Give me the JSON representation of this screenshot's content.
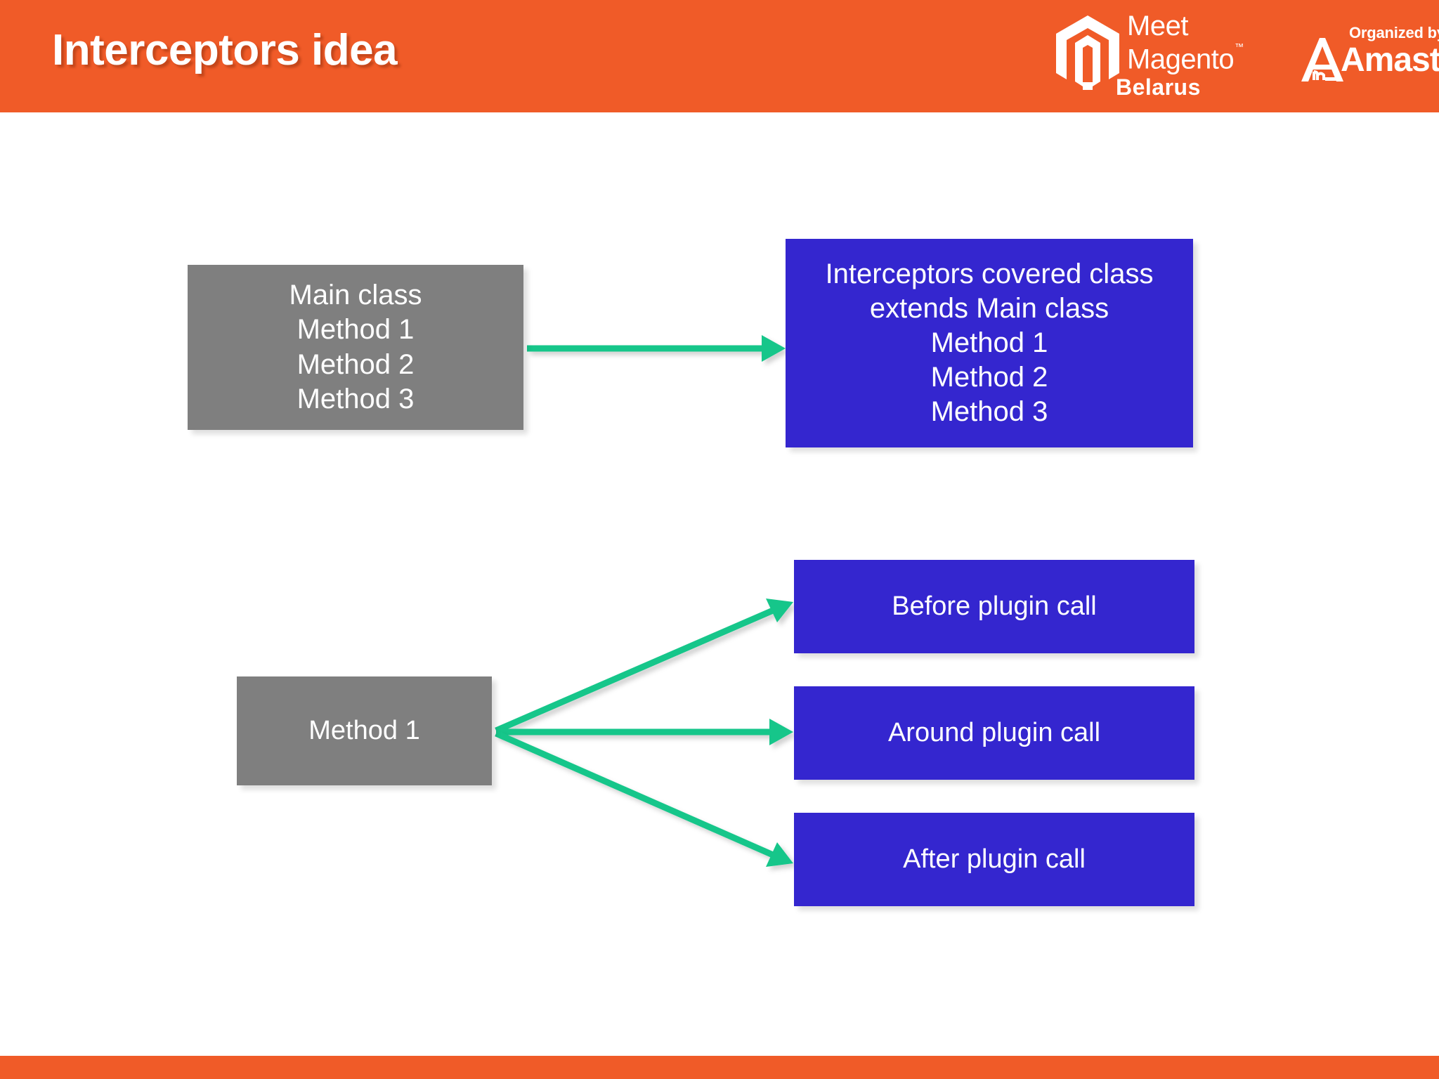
{
  "header": {
    "title": "Interceptors idea",
    "background_color": "#f05b28",
    "logos": {
      "meet_magento": {
        "line1": "Meet",
        "line2": "Magento",
        "trademark": "™",
        "line3": "Belarus",
        "icon": "magento-hexagon-icon"
      },
      "amasty": {
        "prefix": "Organized by",
        "name": "Amasty",
        "icon": "amasty-a-mark-icon"
      }
    }
  },
  "footer": {
    "background_color": "#f05b28"
  },
  "diagram": {
    "type": "flow",
    "colors": {
      "source_box": "#7f7f7f",
      "target_box": "#3426cf",
      "arrow": "#14c68a",
      "text": "#ffffff",
      "background": "#ffffff"
    },
    "nodes": [
      {
        "id": "main-class",
        "style": "gray",
        "lines": [
          "Main class",
          "Method 1",
          "Method 2",
          "Method 3"
        ],
        "text": "Main class\nMethod 1\nMethod 2\nMethod 3"
      },
      {
        "id": "interceptors-covered-class",
        "style": "blue",
        "lines": [
          "Interceptors covered class",
          "extends Main class",
          "Method 1",
          "Method 2",
          "Method 3"
        ],
        "text": "Interceptors covered class\nextends Main class\nMethod 1\nMethod 2\nMethod 3"
      },
      {
        "id": "method-1",
        "style": "gray",
        "lines": [
          "Method 1"
        ],
        "text": "Method 1"
      },
      {
        "id": "before-plugin-call",
        "style": "blue",
        "lines": [
          "Before plugin call"
        ],
        "text": "Before plugin call"
      },
      {
        "id": "around-plugin-call",
        "style": "blue",
        "lines": [
          "Around plugin call"
        ],
        "text": "Around plugin call"
      },
      {
        "id": "after-plugin-call",
        "style": "blue",
        "lines": [
          "After plugin call"
        ],
        "text": "After plugin call"
      }
    ],
    "edges": [
      {
        "id": "edge-main-to-interceptor",
        "from": "main-class",
        "to": "interceptors-covered-class",
        "label": ""
      },
      {
        "id": "edge-method1-to-before",
        "from": "method-1",
        "to": "before-plugin-call",
        "label": ""
      },
      {
        "id": "edge-method1-to-around",
        "from": "method-1",
        "to": "around-plugin-call",
        "label": ""
      },
      {
        "id": "edge-method1-to-after",
        "from": "method-1",
        "to": "after-plugin-call",
        "label": ""
      }
    ]
  }
}
